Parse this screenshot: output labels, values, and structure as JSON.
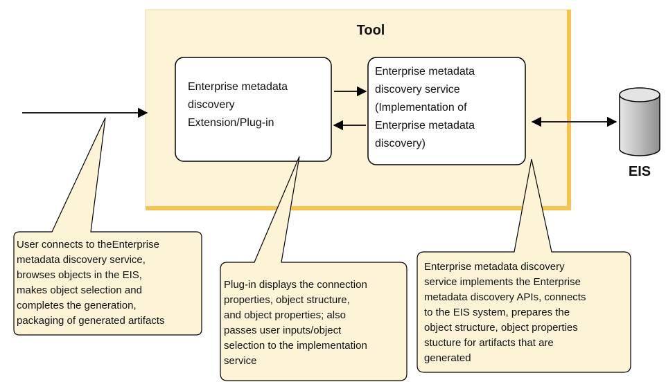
{
  "tool": {
    "title": "Tool"
  },
  "plugin_box": {
    "lines": [
      "Enterprise metadata",
      "discovery",
      "Extension/Plug-in"
    ]
  },
  "service_box": {
    "lines": [
      "Enterprise metadata",
      "discovery service",
      "(Implementation of",
      "Enterprise metadata",
      "discovery)"
    ]
  },
  "eis": {
    "label": "EIS"
  },
  "callouts": {
    "user": {
      "lines": [
        "User connects to theEnterprise",
        "metadata discovery service,",
        "browses objects in the EIS,",
        "makes object selection and",
        "completes the generation,",
        "packaging of generated artifacts"
      ]
    },
    "plugin": {
      "lines": [
        "Plug-in displays the connection",
        "properties, object structure,",
        "and object properties; also",
        "passes user inputs/object",
        "selection to the implementation",
        "service"
      ]
    },
    "service": {
      "lines": [
        "Enterprise metadata discovery",
        "service implements the Enterprise",
        "metadata discovery APIs, connects",
        "to the EIS system, prepares the",
        "object structure, object properties",
        "stucture for artifacts that are",
        "generated"
      ]
    }
  },
  "colors": {
    "tool_fill": "#fdf3d6",
    "tool_edge": "#f6c34f",
    "callout_fill": "#fdf3d6",
    "eis_fill": "#c9c9c9"
  }
}
